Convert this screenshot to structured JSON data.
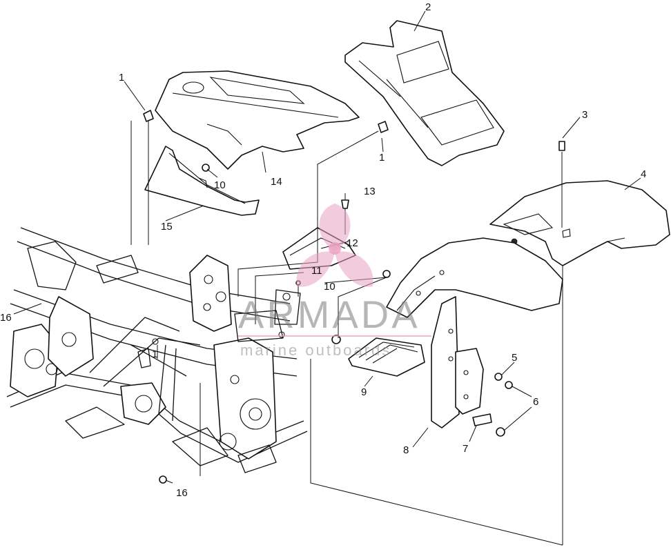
{
  "callouts": {
    "c1a": "1",
    "c1b": "1",
    "c2": "2",
    "c3": "3",
    "c4": "4",
    "c5": "5",
    "c6": "6",
    "c7": "7",
    "c8": "8",
    "c9": "9",
    "c10a": "10",
    "c10b": "10",
    "c11": "11",
    "c12": "12",
    "c13": "13",
    "c14": "14",
    "c15": "15",
    "c16a": "16",
    "c16b": "16"
  },
  "watermark": {
    "logo": "propeller-logo",
    "title": "ARMADA",
    "subtitle": "marine outboards",
    "color": "#e8a0c0"
  }
}
